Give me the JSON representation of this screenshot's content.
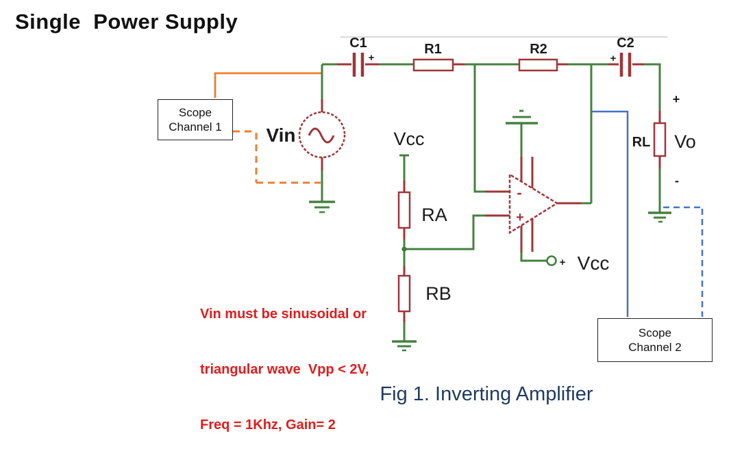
{
  "header": {
    "title": "Single  Power Supply"
  },
  "caption": "Fig 1. Inverting Amplifier",
  "note": {
    "lines": [
      "Vin must be sinusoidal or",
      "triangular wave  Vpp < 2V,",
      "Freq = 1Khz, Gain= 2"
    ]
  },
  "scopes": {
    "channel1": {
      "line1": "Scope",
      "line2": "Channel 1"
    },
    "channel2": {
      "line1": "Scope",
      "line2": "Channel 2"
    }
  },
  "labels": {
    "c1": "C1",
    "c1_polarity": "+",
    "r1": "R1",
    "r2": "R2",
    "c2": "C2",
    "c2_polarity": "+",
    "vin": "Vin",
    "vcc_bias": "Vcc",
    "ra": "RA",
    "rb": "RB",
    "rl": "RL",
    "vo": "Vo",
    "vo_plus": "+",
    "vo_minus": "-",
    "vcc_supply": "Vcc",
    "vcc_supply_plus": "+",
    "opamp_inverting": "-",
    "opamp_noninverting": "+"
  },
  "colors": {
    "wire_green": "#44803e",
    "component_red": "#a03538",
    "scope1_orange": "#ed7d31",
    "scope2_blue": "#4472c4",
    "note_red": "#e11b1b",
    "caption_blue": "#1f3a5f"
  }
}
